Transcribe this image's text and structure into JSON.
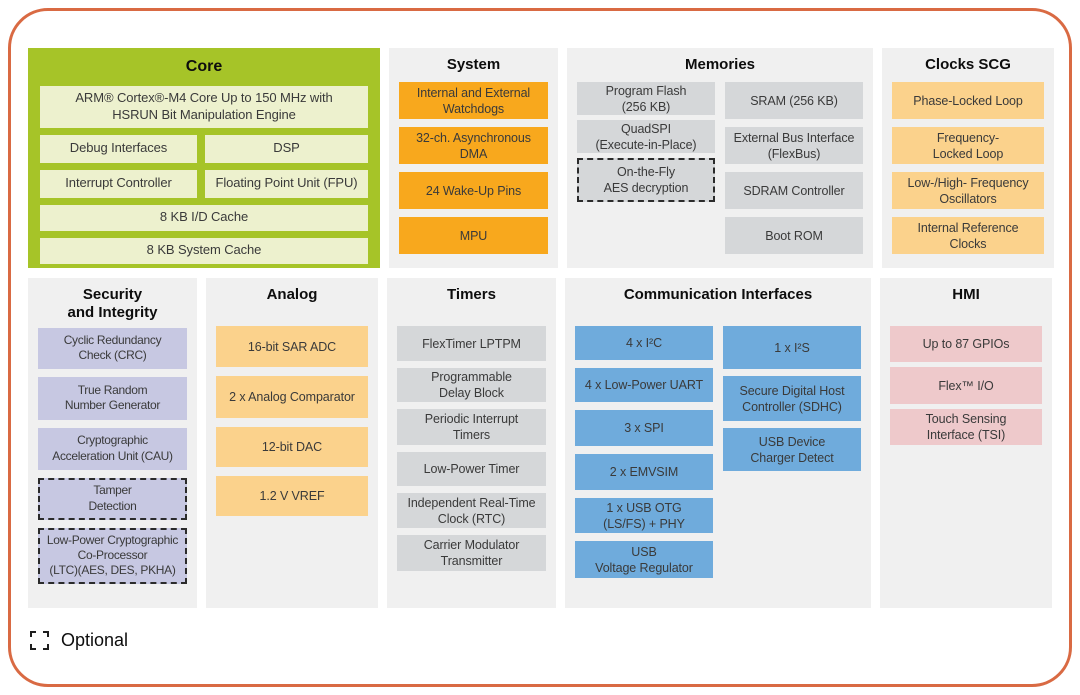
{
  "palette": {
    "outer_border": "#D96A43",
    "section_bg": "#F0F0F0",
    "core_bg": "#A6C428",
    "core_block": "#EDF1CE",
    "orange": "#F8A81D",
    "light_orange": "#FBD28C",
    "gray": "#D5D7D9",
    "purple": "#C7C8E2",
    "blue": "#6FABDC",
    "pink": "#EEC9CB"
  },
  "sections": {
    "core": {
      "title": "Core",
      "blocks": {
        "arm": "ARM® Cortex®-M4 Core Up to 150 MHz with\nHSRUN Bit Manipulation Engine",
        "debug": "Debug Interfaces",
        "dsp": "DSP",
        "interrupt": "Interrupt Controller",
        "fpu": "Floating Point Unit (FPU)",
        "id_cache": "8 KB I/D Cache",
        "system_cache": "8 KB System Cache"
      }
    },
    "system": {
      "title": "System",
      "blocks": [
        "Internal and External\nWatchdogs",
        "32-ch. Asynchronous\nDMA",
        "24 Wake-Up Pins",
        "MPU"
      ]
    },
    "memories": {
      "title": "Memories",
      "col1": [
        "Program Flash\n(256 KB)",
        "QuadSPI\n(Execute-in-Place)",
        "On-the-Fly\nAES decryption"
      ],
      "col2": [
        "SRAM (256 KB)",
        "External Bus Interface\n(FlexBus)",
        "SDRAM Controller",
        "Boot ROM"
      ]
    },
    "clocks": {
      "title": "Clocks SCG",
      "blocks": [
        "Phase-Locked Loop",
        "Frequency-\nLocked Loop",
        "Low-/High- Frequency\nOscillators",
        "Internal Reference\nClocks"
      ]
    },
    "security": {
      "title": "Security\nand Integrity",
      "blocks": [
        "Cyclic Redundancy\nCheck (CRC)",
        "True Random\nNumber Generator",
        "Cryptographic\nAcceleration Unit (CAU)",
        "Tamper\nDetection",
        "Low-Power Cryptographic\nCo-Processor\n(LTC)(AES, DES, PKHA)"
      ]
    },
    "analog": {
      "title": "Analog",
      "blocks": [
        "16-bit SAR ADC",
        "2 x Analog Comparator",
        "12-bit DAC",
        "1.2 V VREF"
      ]
    },
    "timers": {
      "title": "Timers",
      "blocks": [
        "FlexTimer LPTPM",
        "Programmable\nDelay Block",
        "Periodic Interrupt\nTimers",
        "Low-Power Timer",
        "Independent Real-Time\nClock (RTC)",
        "Carrier Modulator\nTransmitter"
      ]
    },
    "comm": {
      "title": "Communication Interfaces",
      "col1": [
        "4 x I²C",
        "4 x Low-Power UART",
        "3 x SPI",
        "2 x EMVSIM",
        "1 x USB OTG\n(LS/FS) + PHY",
        "USB\nVoltage Regulator"
      ],
      "col2": [
        "1 x I²S",
        "Secure Digital Host\nController (SDHC)",
        "USB Device\nCharger Detect"
      ]
    },
    "hmi": {
      "title": "HMI",
      "blocks": [
        "Up to 87 GPIOs",
        "Flex™ I/O",
        "Touch Sensing\nInterface (TSI)"
      ]
    }
  },
  "legend": {
    "label": "Optional"
  }
}
